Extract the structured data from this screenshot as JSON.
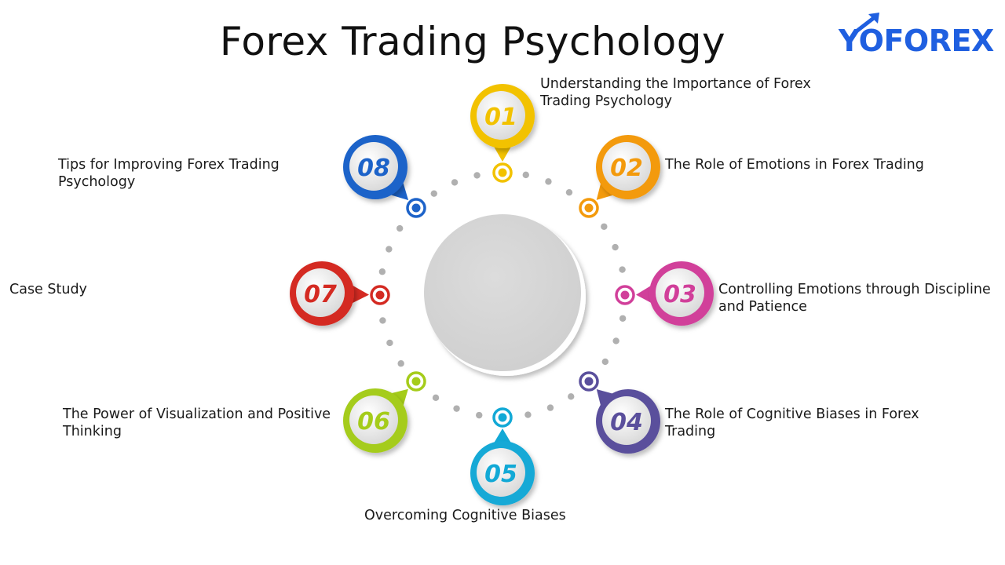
{
  "title": "Forex Trading Psychology",
  "logo": {
    "text": "YOFOREX",
    "icon": "arrow-up-right-icon"
  },
  "colors": {
    "yellow": "#f2c200",
    "orange": "#f39a0c",
    "magenta": "#d13f9a",
    "purple": "#5a4f9c",
    "cyan": "#12a9d6",
    "lime": "#a5cc1a",
    "red": "#d42a22",
    "blue": "#1d63c9",
    "connector_dot": "#b0b0b0",
    "center_circle": "#d6d6d6"
  },
  "items": [
    {
      "num": "01",
      "label": "Understanding the Importance of Forex Trading Psychology",
      "color": "yellow"
    },
    {
      "num": "02",
      "label": "The Role of Emotions in Forex Trading",
      "color": "orange"
    },
    {
      "num": "03",
      "label": "Controlling Emotions through Discipline and Patience",
      "color": "magenta"
    },
    {
      "num": "04",
      "label": "The Role of Cognitive Biases in Forex Trading",
      "color": "purple"
    },
    {
      "num": "05",
      "label": "Overcoming Cognitive Biases",
      "color": "cyan"
    },
    {
      "num": "06",
      "label": "The Power of Visualization and Positive Thinking",
      "color": "lime"
    },
    {
      "num": "07",
      "label": "Case Study",
      "color": "red"
    },
    {
      "num": "08",
      "label": "Tips for Improving Forex Trading Psychology",
      "color": "blue"
    }
  ]
}
